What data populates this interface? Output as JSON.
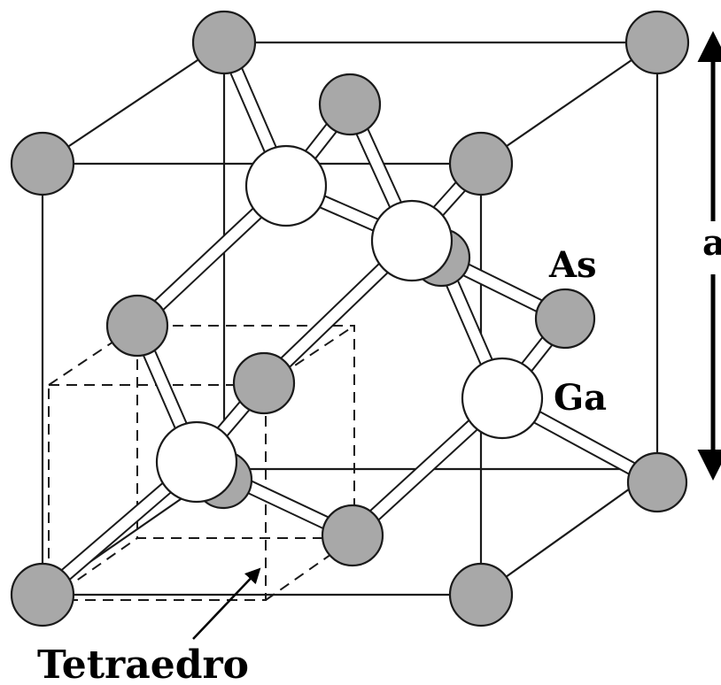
{
  "labels": {
    "as": "As",
    "ga": "Ga",
    "lattice_constant": "a",
    "tetrahedron": "Tetraedro"
  },
  "colors": {
    "as_atom": "#a8a8a8",
    "ga_atom": "#ffffff",
    "line": "#1a1a1a"
  }
}
